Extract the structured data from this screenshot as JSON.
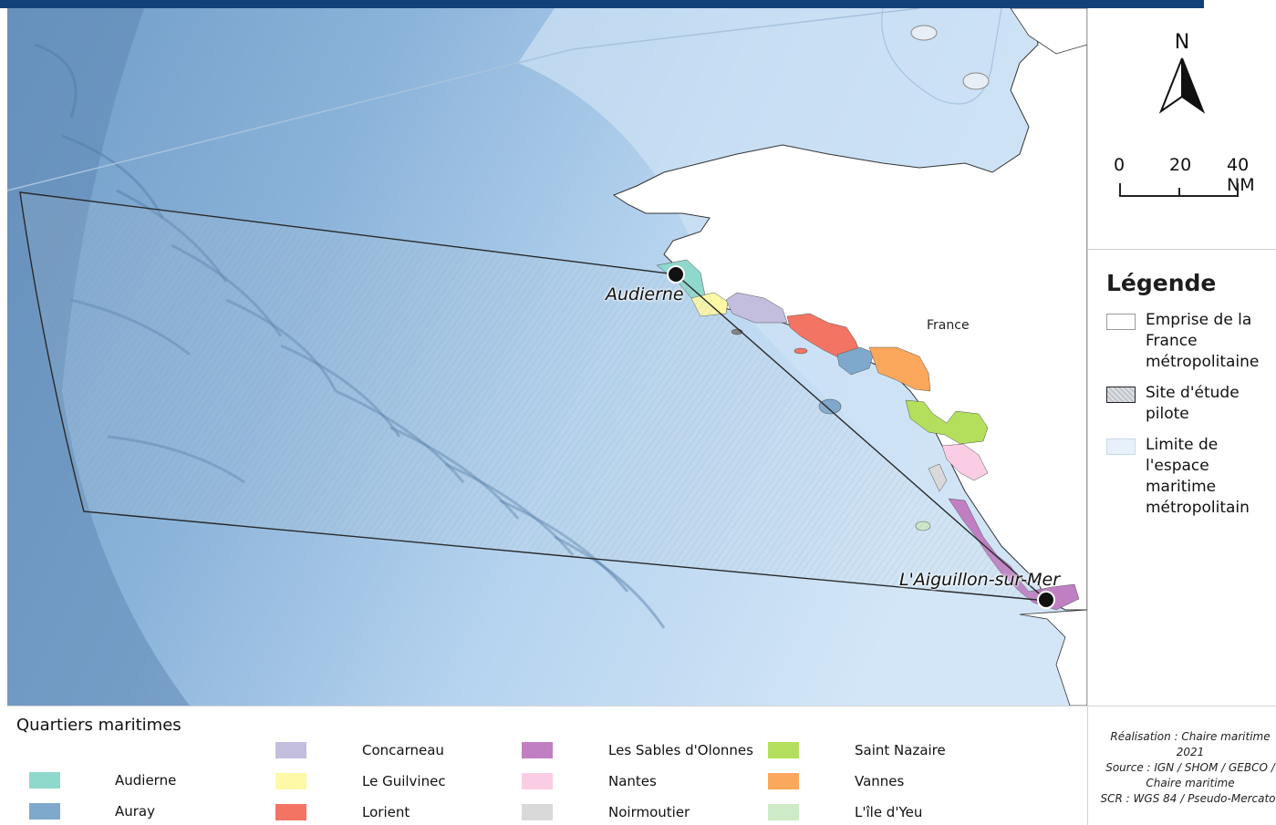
{
  "map": {
    "labels": {
      "audierne": "Audierne",
      "aiguillon": "L'Aiguillon-sur-Mer",
      "france": "France"
    }
  },
  "north_arrow": {
    "letter": "N"
  },
  "scale_bar": {
    "ticks": [
      "0",
      "20",
      "40 NM"
    ]
  },
  "legend": {
    "title": "Légende",
    "items": [
      {
        "label": "Emprise de la France métropolitaine",
        "fill": "#ffffff",
        "stroke": "#9a9a9a"
      },
      {
        "label": "Site d'étude pilote",
        "fill": "#d9dde2",
        "stroke": "#222222"
      },
      {
        "label": "Limite de l'espace maritime métropolitain",
        "fill": "#e8f1fa",
        "stroke": "#c8d9ea"
      }
    ]
  },
  "quartiers": {
    "title": "Quartiers maritimes",
    "items": [
      {
        "label": "Audierne",
        "color": "#8fd8cc"
      },
      {
        "label": "Auray",
        "color": "#7fa9cc"
      },
      {
        "label": "Concarneau",
        "color": "#c3bede"
      },
      {
        "label": "Le Guilvinec",
        "color": "#fdf9a6"
      },
      {
        "label": "Lorient",
        "color": "#f47463"
      },
      {
        "label": "Les Sables d'Olonnes",
        "color": "#c07fc3"
      },
      {
        "label": "Nantes",
        "color": "#fbcde5"
      },
      {
        "label": "Noirmoutier",
        "color": "#d9d9d9"
      },
      {
        "label": "Saint Nazaire",
        "color": "#b3df5c"
      },
      {
        "label": "Vannes",
        "color": "#fba85c"
      },
      {
        "label": "L'île d'Yeu",
        "color": "#cdebc7"
      }
    ]
  },
  "credits": {
    "line1": "Réalisation : Chaire maritime",
    "line2": "2021",
    "line3": "Source : IGN / SHOM / GEBCO /",
    "line4": "Chaire maritime",
    "line5": "SCR : WGS 84 / Pseudo-Mercator"
  }
}
